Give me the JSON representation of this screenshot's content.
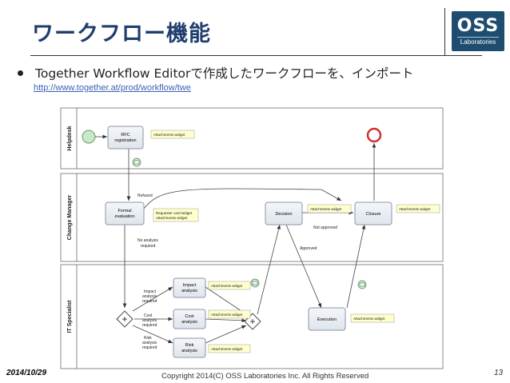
{
  "slide": {
    "title": "ワークフロー機能",
    "bullet": "Together Workflow Editorで作成したワークフローを、インポート",
    "link": "http://www.together.at/prod/workflow/twe",
    "date": "2014/10/29",
    "copyright": "Copyright 2014(C) OSS Laboratories Inc. All Rights Reserved",
    "page": "13"
  },
  "logo": {
    "main": "OSS",
    "sub": "Laboratories"
  },
  "diagram": {
    "lanes": [
      "Helpdesk",
      "Change Manager",
      "IT Specialist"
    ],
    "tasks": {
      "rfc": [
        "RFC",
        "registration"
      ],
      "formal": [
        "Formal",
        "evaluation"
      ],
      "decision": "Decision",
      "closure": "Closure",
      "impact": [
        "Impact",
        "analysis"
      ],
      "cost": [
        "Cost",
        "analysis"
      ],
      "risk": [
        "Risk",
        "analysis"
      ],
      "execution": "Execution"
    },
    "notes": {
      "attach": "Attachments widget",
      "requester": [
        "Requester card widget",
        "Attachments widget"
      ]
    },
    "flow_labels": {
      "refused": "Refused",
      "not_approved": "Not approved",
      "approved": "Approved",
      "no_analysis": [
        "No analysis",
        "required"
      ],
      "impact_req": [
        "Impact",
        "analysis",
        "required"
      ],
      "cost_req": [
        "Cost",
        "analysis",
        "required"
      ],
      "risk_req": [
        "Risk",
        "analysis",
        "required"
      ]
    }
  }
}
